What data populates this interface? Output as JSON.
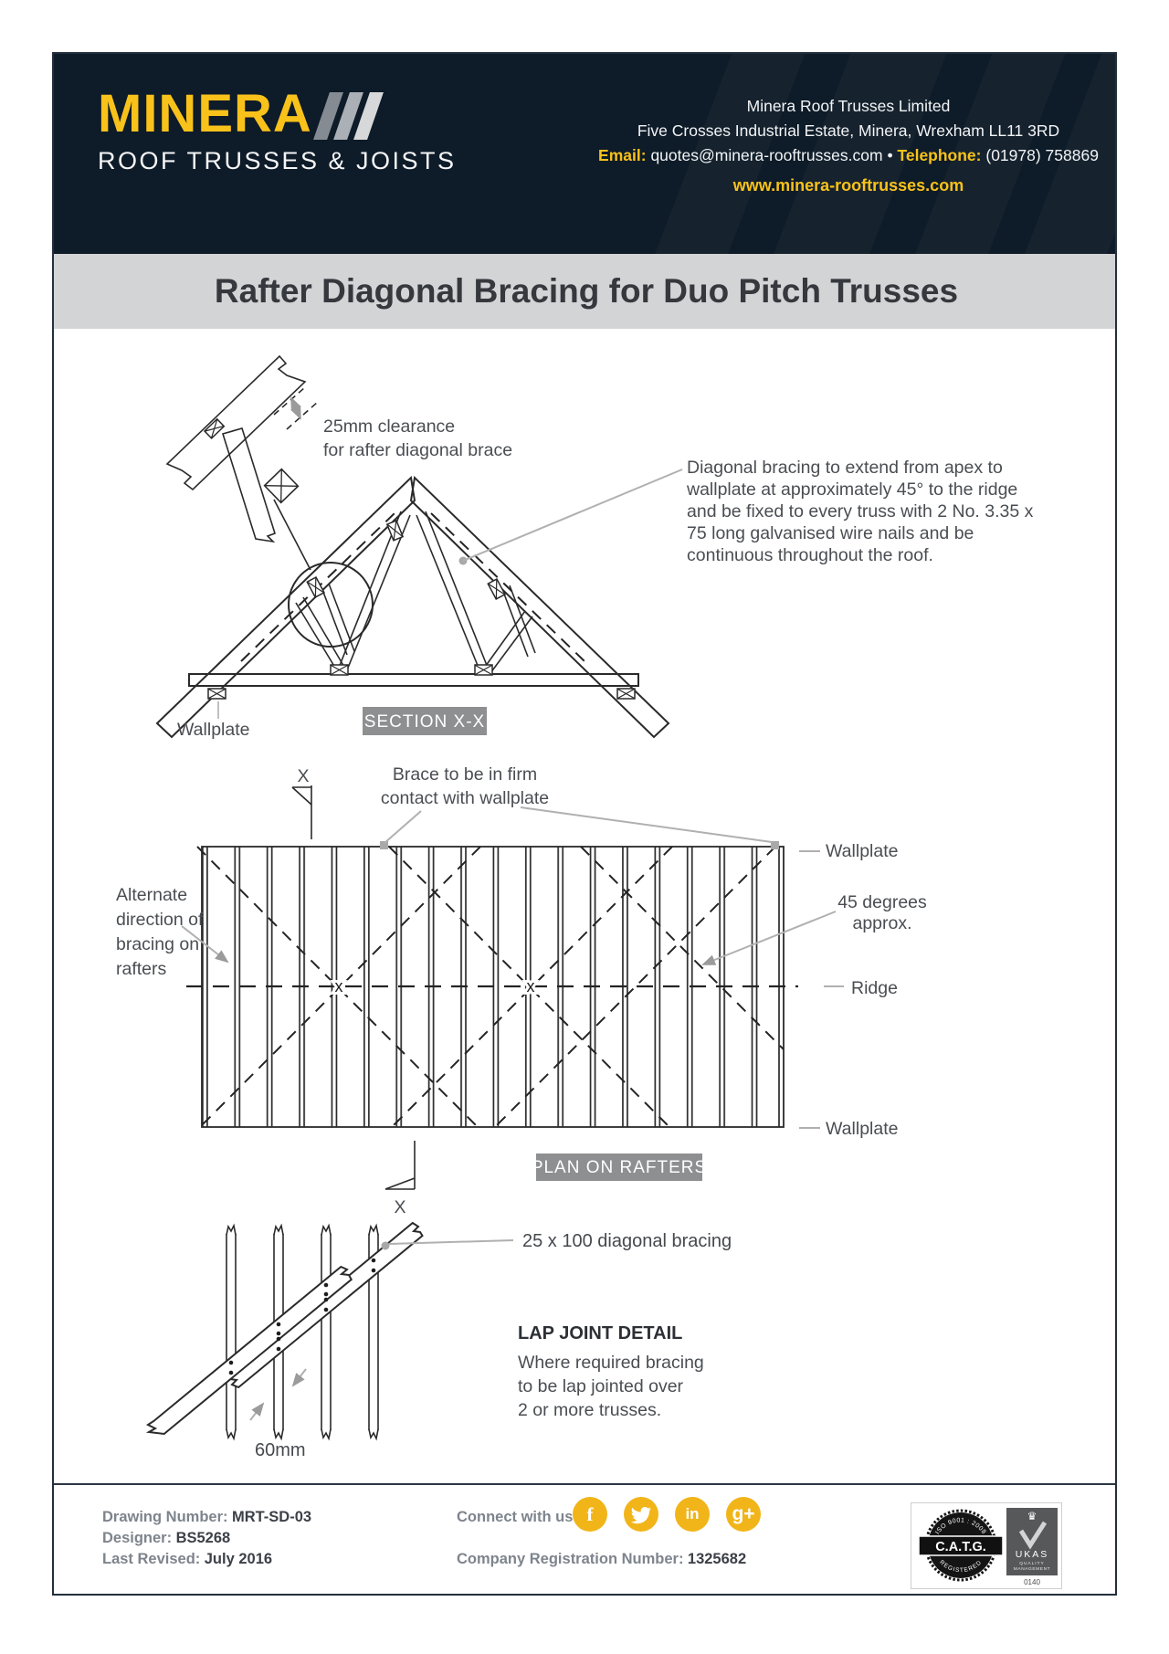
{
  "header": {
    "logo_text": "MINERA",
    "logo_tagline": "ROOF TRUSSES & JOISTS",
    "company": "Minera Roof Trusses Limited",
    "address": "Five Crosses Industrial Estate, Minera, Wrexham LL11 3RD",
    "email_label": "Email:",
    "email": "quotes@minera-rooftrusses.com",
    "bullet": "•",
    "phone_label": "Telephone:",
    "phone": "(01978) 758869",
    "website": "www.minera-rooftrusses.com"
  },
  "title": "Rafter Diagonal Bracing for Duo Pitch Trusses",
  "section": {
    "clearance_l1": "25mm clearance",
    "clearance_l2": "for rafter diagonal brace",
    "annotation_l1": "Diagonal bracing to extend from apex to",
    "annotation_l2": "wallplate at approximately 45° to the ridge",
    "annotation_l3": "and be fixed to every truss with 2 No. 3.35 x",
    "annotation_l4": "75 long galvanised wire nails and be",
    "annotation_l5": "continuous throughout the roof.",
    "wallplate": "Wallplate",
    "badge": "SECTION X-X",
    "marker": "X"
  },
  "plan": {
    "note_l1": "Brace to be in firm",
    "note_l2": "contact with wallplate",
    "alt_l1": "Alternate",
    "alt_l2": "direction of",
    "alt_l3": "bracing on",
    "alt_l4": "rafters",
    "wallplate_top": "Wallplate",
    "deg_l1": "45 degrees",
    "deg_l2": "approx.",
    "ridge": "Ridge",
    "wallplate_bottom": "Wallplate",
    "badge": "PLAN ON RAFTERS",
    "marker": "X",
    "cross": "x"
  },
  "lap": {
    "bracing_label": "25 x 100 diagonal bracing",
    "heading": "LAP JOINT DETAIL",
    "body_l1": "Where required bracing",
    "body_l2": "to be lap jointed over",
    "body_l3": "2 or more trusses.",
    "dim": "60mm"
  },
  "footer": {
    "drawing_number_label": "Drawing Number:",
    "drawing_number": "MRT-SD-03",
    "designer_label": "Designer:",
    "designer": "BS5268",
    "revised_label": "Last Revised:",
    "revised": "July 2016",
    "connect_label": "Connect with us:",
    "company_reg_label": "Company Registration Number:",
    "company_reg": "1325682",
    "facebook_glyph": "f",
    "linkedin_glyph": "in",
    "gplus_glyph": "g+",
    "catg_top": "ISO 9001 : 2008",
    "catg": "C.A.T.G.",
    "catg_bottom": "REGISTERED",
    "ukas": "UKAS",
    "ukas_sub1": "QUALITY",
    "ukas_sub2": "MANAGEMENT",
    "ukas_code": "0140"
  },
  "colors": {
    "navy": "#0e1b28",
    "yellow": "#f9c21a",
    "icon_yellow": "#f1b519",
    "titlebar_gray": "#d3d4d6",
    "badge_gray": "#8e8f91",
    "line": "#2a2a2a",
    "leader_gray": "#b0b0b0"
  }
}
